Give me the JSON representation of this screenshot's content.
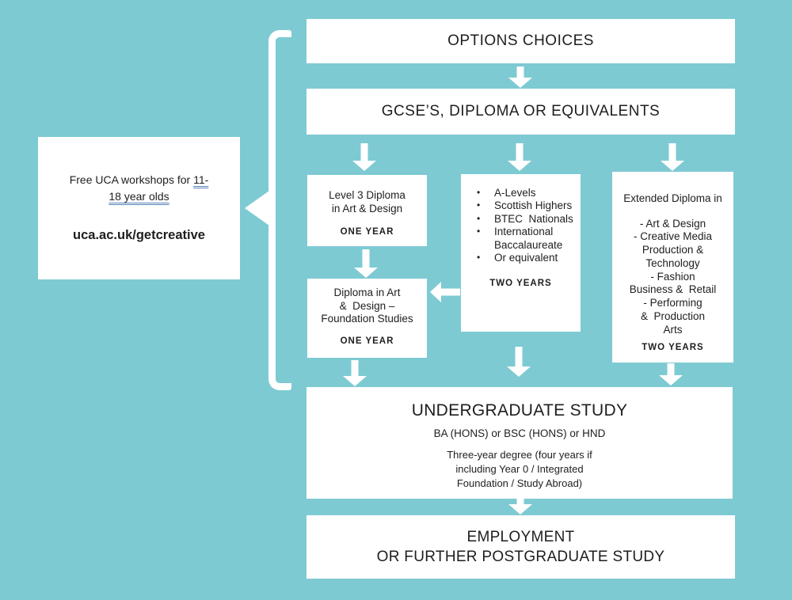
{
  "colors": {
    "background": "#7ecad3",
    "box": "#ffffff",
    "text": "#1e1e1e",
    "arrow": "#ffffff",
    "link_underline": "#5b84bb"
  },
  "info_card": {
    "text_prefix": "Free UCA workshops for ",
    "link_text": "11-18 year olds",
    "url": "uca.ac.uk/getcreative"
  },
  "boxes": {
    "options": {
      "title": "OPTIONS CHOICES"
    },
    "gcse": {
      "title": "GCSE’S, DIPLOMA OR EQUIVALENTS"
    },
    "level3": {
      "title": "Level 3 Diploma\nin Art & Design",
      "duration": "ONE YEAR"
    },
    "foundation": {
      "title": "Diploma in Art\n&  Design –\nFoundation Studies",
      "duration": "ONE YEAR"
    },
    "alevels": {
      "items": [
        "A-Levels",
        "Scottish Highers",
        "BTEC  Nationals",
        "International Baccalaureate",
        "Or equivalent"
      ],
      "duration": "TWO YEARS"
    },
    "extended": {
      "title": "Extended Diploma in",
      "items": [
        "- Art & Design",
        "- Creative Media\nProduction &\nTechnology",
        "- Fashion\nBusiness &  Retail",
        "- Performing\n&  Production\nArts"
      ],
      "duration": "TWO YEARS"
    },
    "undergraduate": {
      "title": "UNDERGRADUATE STUDY",
      "subtitle": "BA (HONS) or BSC (HONS) or HND",
      "detail": "Three-year degree (four years if\nincluding Year 0 / Integrated\nFoundation / Study Abroad)"
    },
    "employment": {
      "line1": "EMPLOYMENT",
      "line2": "OR FURTHER POSTGRADUATE STUDY"
    }
  }
}
